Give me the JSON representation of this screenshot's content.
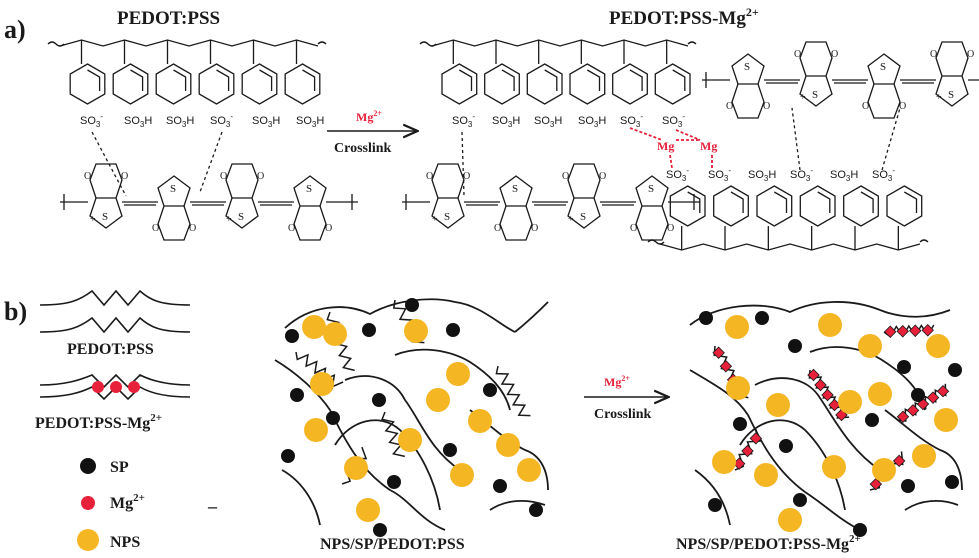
{
  "panel_a": {
    "label": "a)",
    "left_title": "PEDOT:PSS",
    "right_title": "PEDOT:PSS-Mg",
    "right_title_sup": "2+",
    "arrow_ion": "Mg",
    "arrow_ion_sup": "2+",
    "arrow_label": "Crosslink",
    "group_so3": "SO",
    "group_so3_sub": "3",
    "group_minus": "-",
    "group_so3h_tail": "H",
    "atom_s": "S",
    "atom_o": "O",
    "plus": "+",
    "mg": "Mg",
    "mg_sup": "2+"
  },
  "panel_b": {
    "label": "b)",
    "legend": {
      "pedot_pss": "PEDOT:PSS",
      "pedot_pss_mg": "PEDOT:PSS-Mg",
      "pedot_pss_mg_sup": "2+",
      "sp": "SP",
      "mg": "Mg",
      "mg_sup": "2+",
      "nps": "NPS",
      "dash": "–"
    },
    "arrow_ion": "Mg",
    "arrow_ion_sup": "2+",
    "arrow_label": "Crosslink",
    "left_caption": "NPS/SP/PEDOT:PSS",
    "right_caption": "NPS/SP/PEDOT:PSS-Mg",
    "right_caption_sup": "2+"
  },
  "colors": {
    "ink": "#1a1a1a",
    "mg_red": "#e8213a",
    "nps_yellow": "#f5b624",
    "sp_black": "#111111"
  }
}
